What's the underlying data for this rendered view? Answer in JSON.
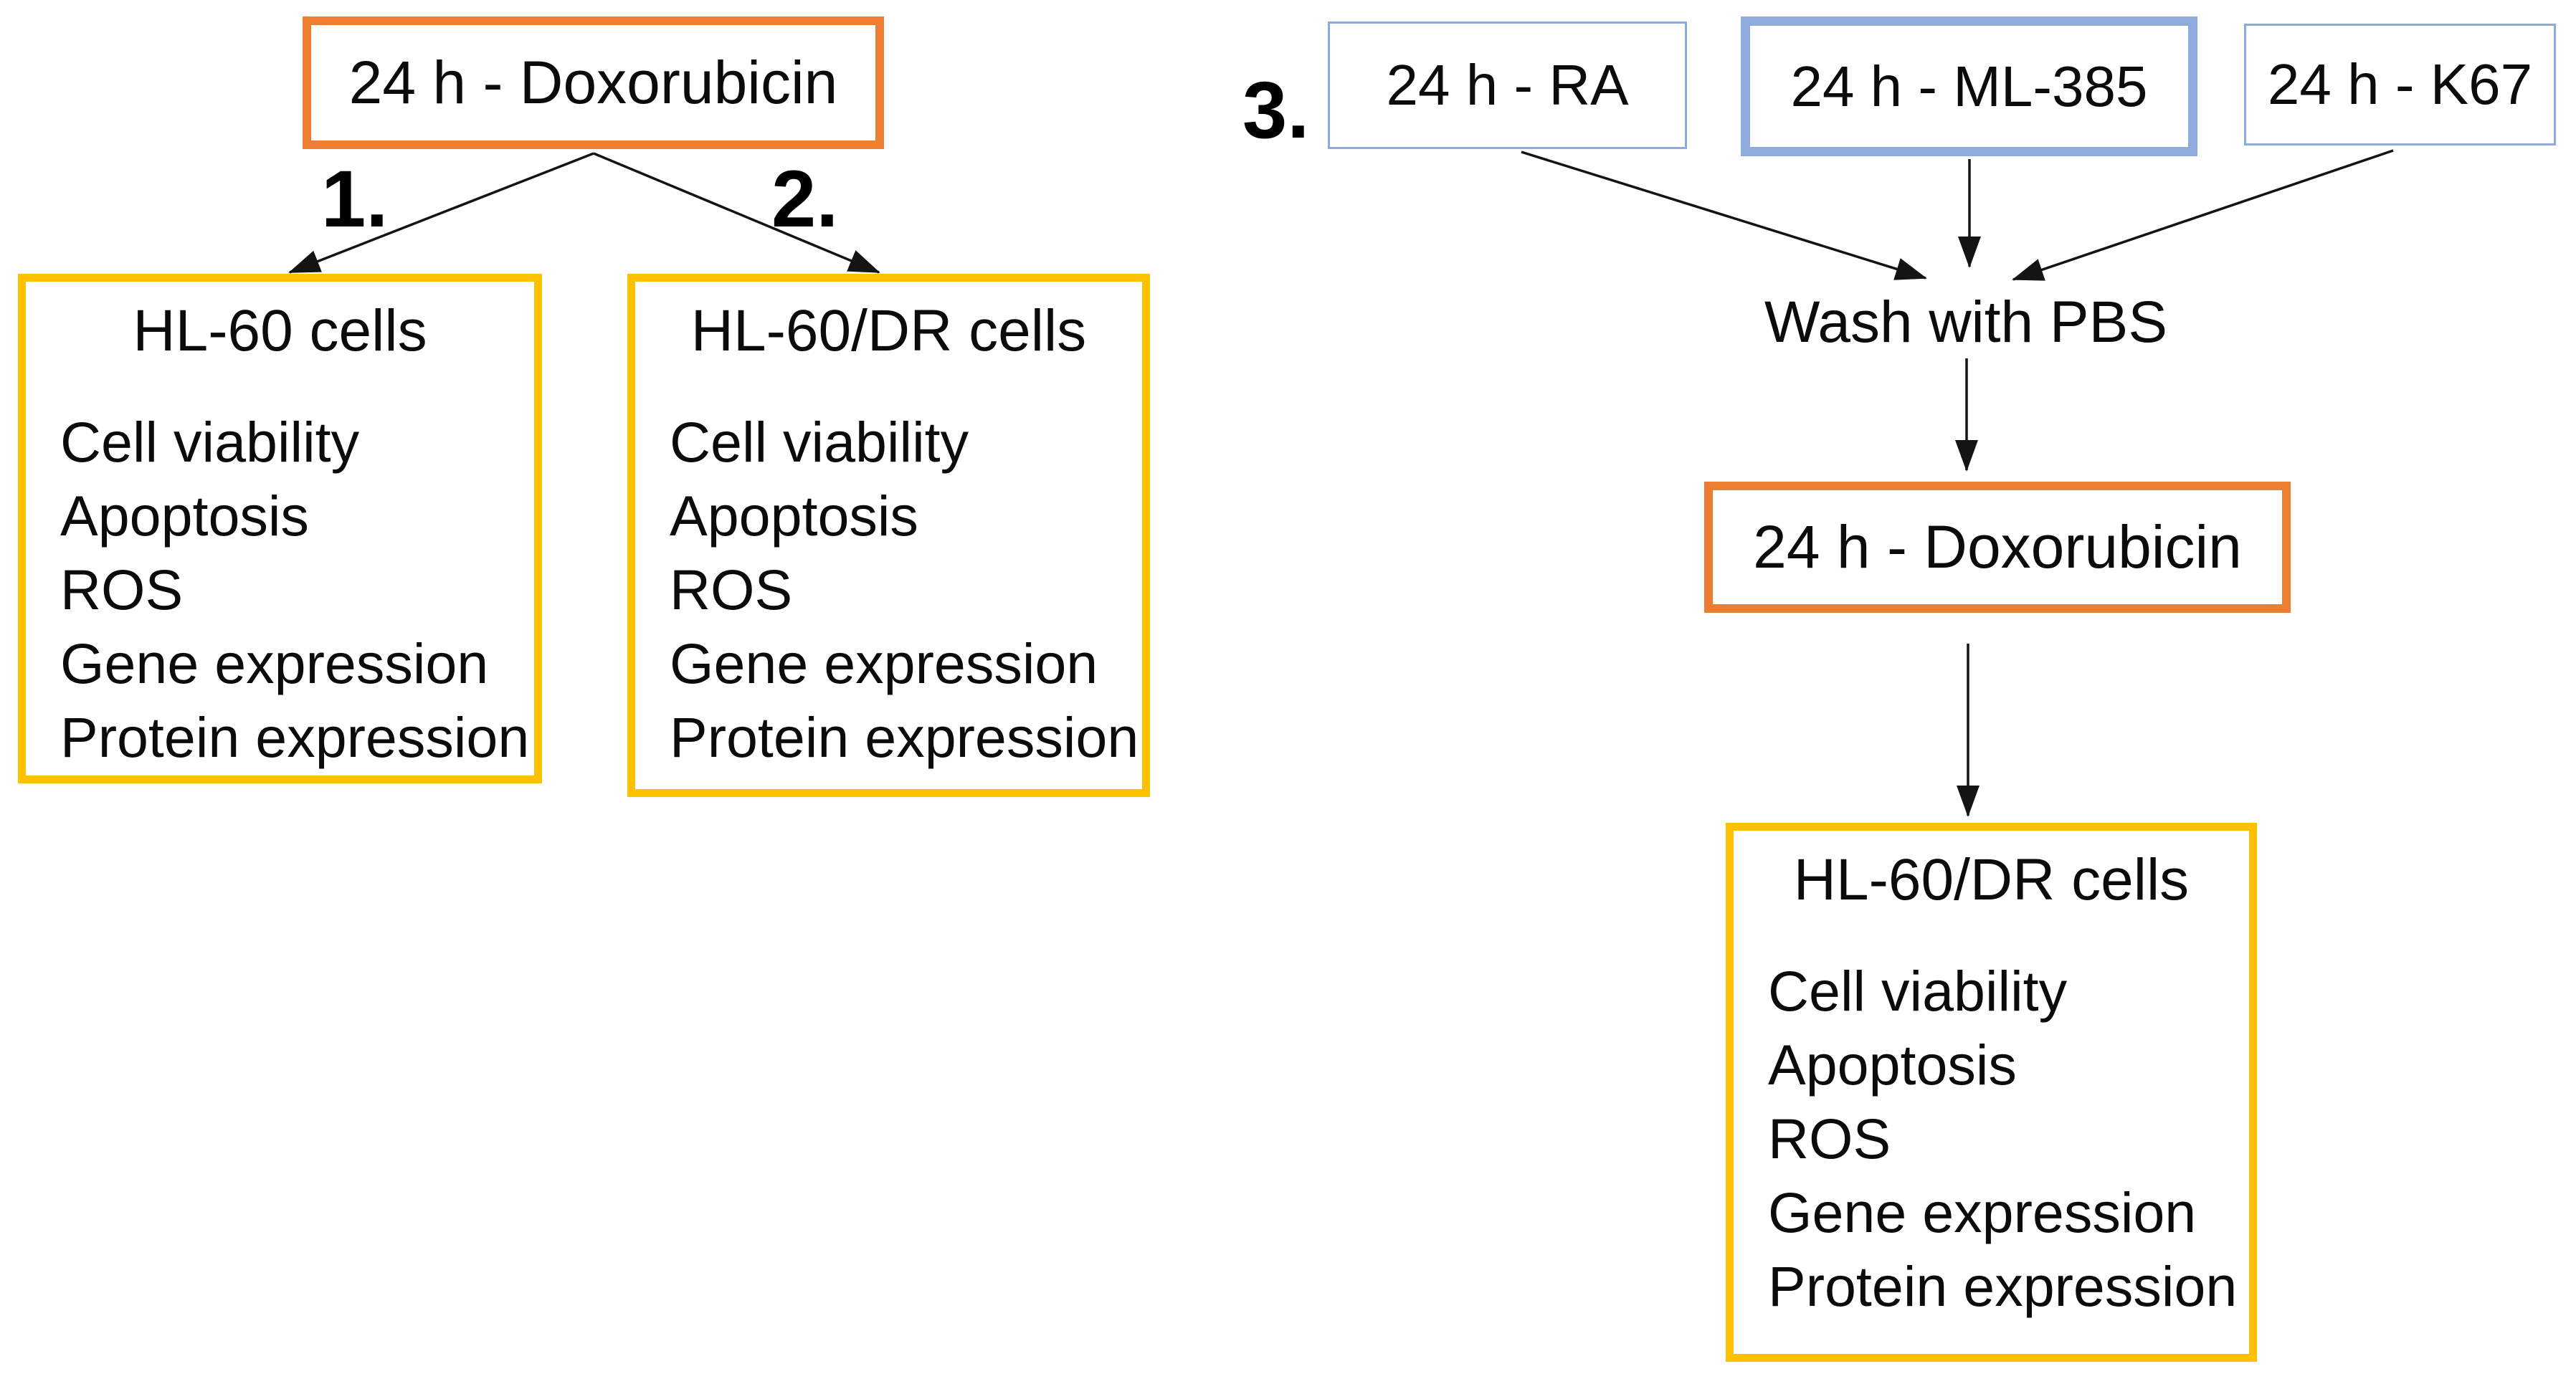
{
  "diagram": {
    "colors": {
      "orange": "#ED7D31",
      "yellow": "#FFC000",
      "blue": "#8FAADC",
      "background": "#FFFFFF",
      "text": "#0B0B0B"
    },
    "left_flow": {
      "step1_label": "1.",
      "step2_label": "2.",
      "treatment_box": "24 h - Doxorubicin",
      "cells_box_1": {
        "title": "HL-60 cells",
        "items": [
          "Cell viability",
          "Apoptosis",
          "ROS",
          "Gene expression",
          "Protein expression"
        ]
      },
      "cells_box_2": {
        "title": "HL-60/DR cells",
        "items": [
          "Cell viability",
          "Apoptosis",
          "ROS",
          "Gene expression",
          "Protein expression"
        ]
      }
    },
    "right_flow": {
      "step3_label": "3.",
      "pretreatment_boxes": [
        "24 h - RA",
        "24 h - ML-385",
        "24 h - K67"
      ],
      "wash_label": "Wash with PBS",
      "treatment_box": "24 h - Doxorubicin",
      "cells_box": {
        "title": "HL-60/DR cells",
        "items": [
          "Cell viability",
          "Apoptosis",
          "ROS",
          "Gene expression",
          "Protein expression"
        ]
      }
    }
  }
}
